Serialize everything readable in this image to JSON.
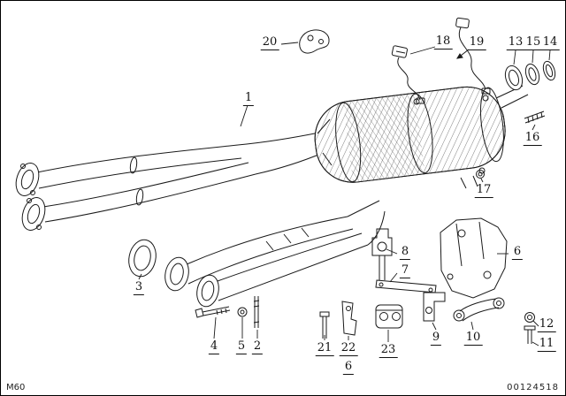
{
  "drawing": {
    "background": "#ffffff",
    "line_color": "#1a1a1a",
    "description": "Exploded parts diagram: exhaust system with catalytic converter / front silencer"
  },
  "footer": {
    "model_code": "M60",
    "drawing_number": "00124518"
  },
  "callouts": {
    "c1": "1",
    "c2": "2",
    "c3": "3",
    "c4": "4",
    "c5": "5",
    "c6_shield": "6",
    "c6_bracket": "6",
    "c7": "7",
    "c8": "8",
    "c9": "9",
    "c10": "10",
    "c11": "11",
    "c12": "12",
    "c13": "13",
    "c14": "14",
    "c15": "15",
    "c16": "16",
    "c17": "17",
    "c18": "18",
    "c19": "19",
    "c20": "20",
    "c21": "21",
    "c22": "22",
    "c23": "23"
  }
}
